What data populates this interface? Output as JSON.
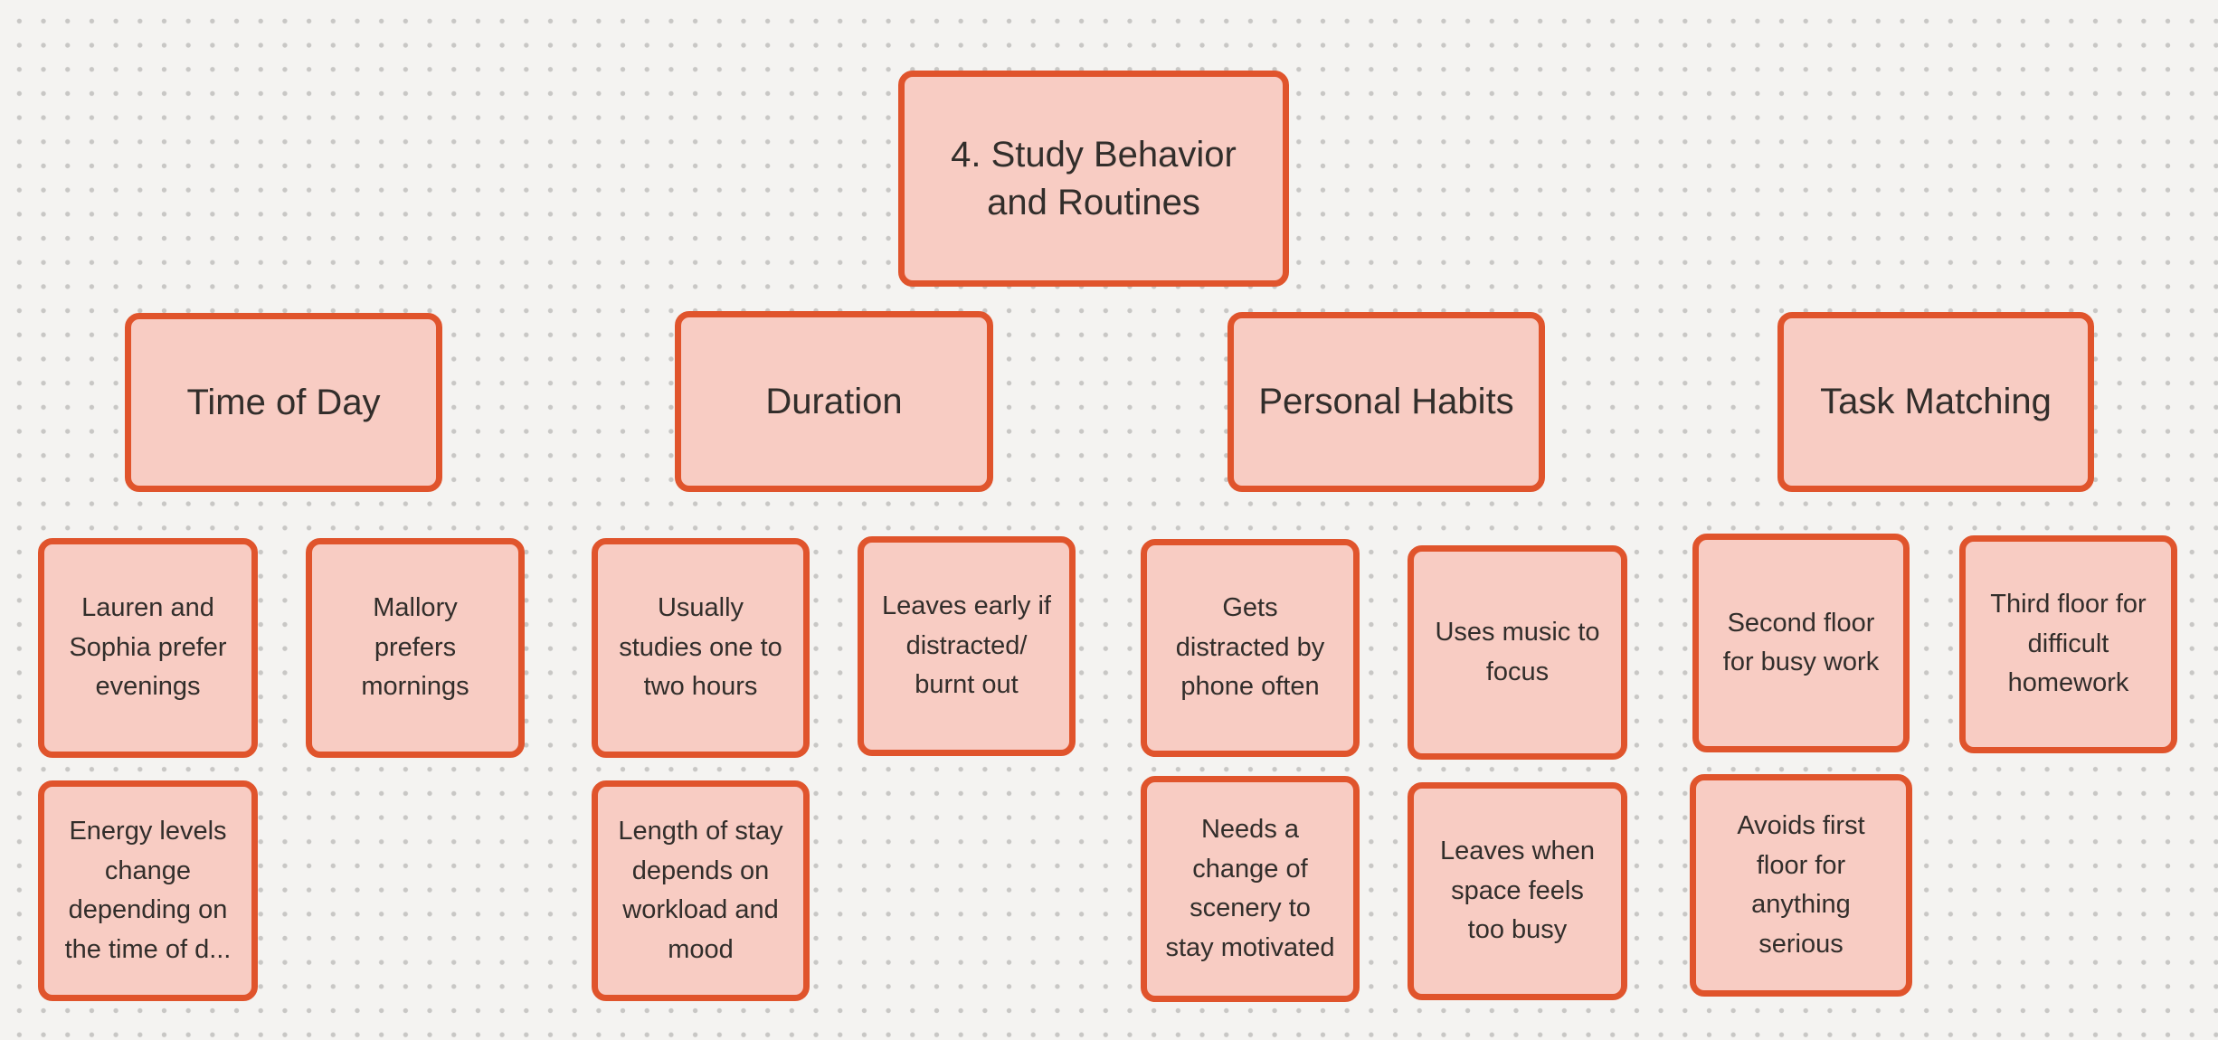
{
  "app": {
    "surface": "whiteboard-canvas"
  },
  "theme": {
    "canvas_background": "#f4f3f1",
    "dot_grid_color": "#c8c7c5",
    "node_fill": "#f8ccc3",
    "node_border": "#e0542c",
    "node_text": "#322e2b"
  },
  "diagram": {
    "root": "4. Study Behavior\nand Routines",
    "branches": [
      {
        "category": "Time of Day",
        "notes": [
          "Lauren and\nSophia prefer\nevenings",
          "Mallory\nprefers\nmornings",
          "Energy levels\nchange\ndepending on\nthe time of d..."
        ]
      },
      {
        "category": "Duration",
        "notes": [
          "Usually\nstudies one to\ntwo hours",
          "Leaves early if\ndistracted/\nburnt out",
          "Length of stay\ndepends on\nworkload and\nmood"
        ]
      },
      {
        "category": "Personal Habits",
        "notes": [
          "Gets\ndistracted by\nphone often",
          "Uses music to\nfocus",
          "Needs a\nchange of\nscenery to\nstay motivated",
          "Leaves when\nspace feels\ntoo busy"
        ]
      },
      {
        "category": "Task Matching",
        "notes": [
          "Second floor\nfor busy work",
          "Third floor for\ndifficult\nhomework",
          "Avoids first\nfloor for\nanything\nserious"
        ]
      }
    ]
  }
}
